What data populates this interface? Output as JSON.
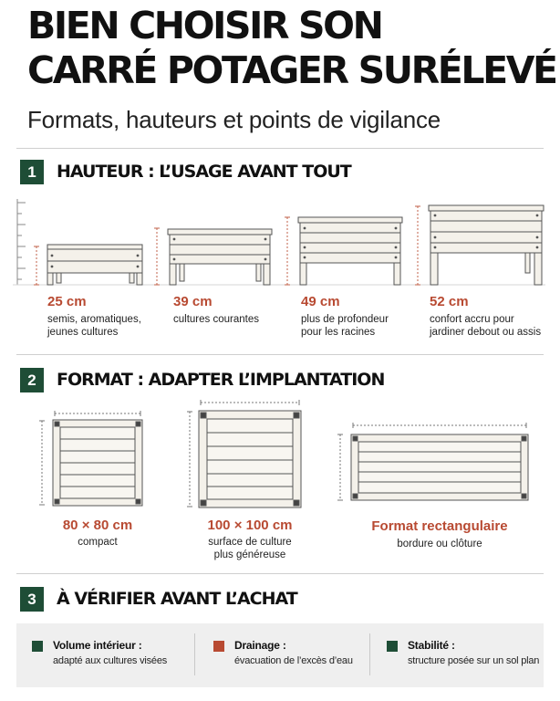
{
  "title": {
    "line1": "BIEN CHOISIR SON",
    "line2": "CARRÉ POTAGER SURÉLEVÉ"
  },
  "subtitle": "Formats, hauteurs et points de vigilance",
  "colors": {
    "green": "#1e4d36",
    "accent": "#b84a32",
    "wood": "#f4f1ea",
    "stroke": "#555555"
  },
  "sections": [
    {
      "number": "1",
      "title": "HAUTEUR : L’USAGE AVANT TOUT"
    },
    {
      "number": "2",
      "title": "FORMAT : ADAPTER L’IMPLANTATION"
    },
    {
      "number": "3",
      "title": "À VÉRIFIER AVANT L’ACHAT"
    }
  ],
  "heights": [
    {
      "value": "25 cm",
      "desc1": "semis, aromatiques,",
      "desc2": "jeunes cultures"
    },
    {
      "value": "39 cm",
      "desc1": "cultures courantes",
      "desc2": ""
    },
    {
      "value": "49 cm",
      "desc1": "plus de profondeur",
      "desc2": "pour les racines"
    },
    {
      "value": "52 cm",
      "desc1": "confort accru pour",
      "desc2": "jardiner debout ou assis"
    }
  ],
  "formats": [
    {
      "value": "80 × 80 cm",
      "desc1": "compact",
      "desc2": ""
    },
    {
      "value": "100 × 100 cm",
      "desc1": "surface de culture",
      "desc2": "plus généreuse"
    },
    {
      "value": "Format rectangulaire",
      "desc1": "bordure ou clôture",
      "desc2": ""
    }
  ],
  "checks": [
    {
      "title": "Volume intérieur :",
      "desc": "adapté aux cultures visées",
      "color": "#1e4d36"
    },
    {
      "title": "Drainage :",
      "desc": "évacuation de l’excès d’eau",
      "color": "#b84a32"
    },
    {
      "title": "Stabilité :",
      "desc": "structure posée sur un sol plan",
      "color": "#1e4d36"
    }
  ]
}
